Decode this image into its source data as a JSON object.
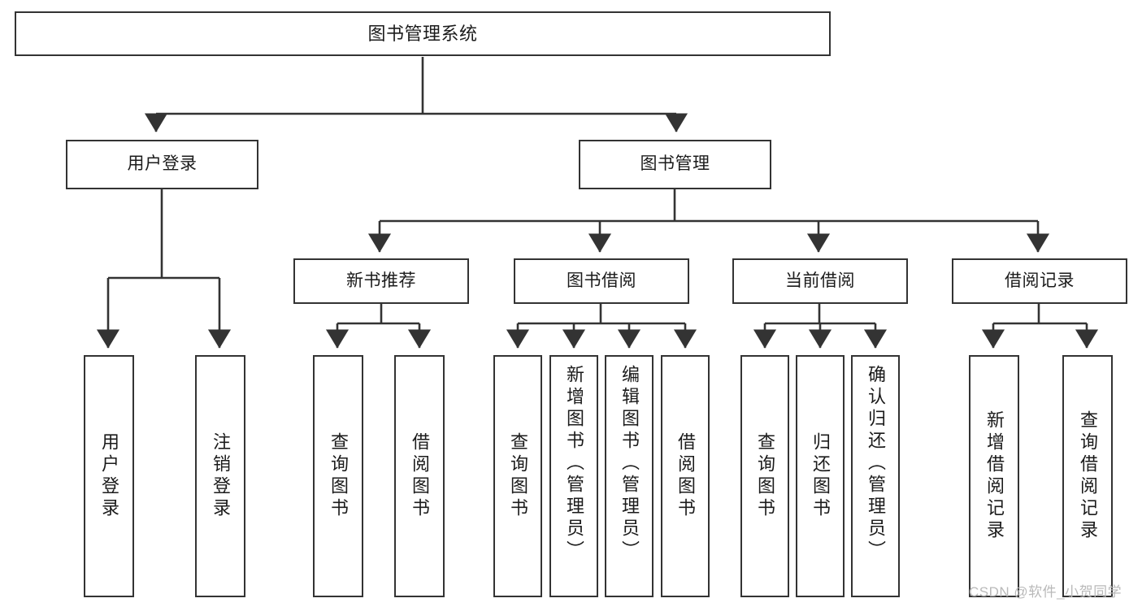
{
  "diagram": {
    "title": "图书管理系统",
    "type": "tree",
    "watermark": "CSDN @软件_小贺同学",
    "colors": {
      "background": "#ffffff",
      "box_border": "#333333",
      "box_fill": "#ffffff",
      "connector": "#333333",
      "text": "#1b1b1b",
      "watermark": "#b9b9b9"
    },
    "nodes": {
      "root": {
        "label": "图书管理系统"
      },
      "level1": [
        {
          "label": "用户登录"
        },
        {
          "label": "图书管理"
        }
      ],
      "level2": [
        {
          "label": "新书推荐"
        },
        {
          "label": "图书借阅"
        },
        {
          "label": "当前借阅"
        },
        {
          "label": "借阅记录"
        }
      ],
      "leaves": {
        "user_login": [
          {
            "label": "用户登录"
          },
          {
            "label": "注销登录"
          }
        ],
        "new_book": [
          {
            "label": "查询图书"
          },
          {
            "label": "借阅图书"
          }
        ],
        "book_borrow": [
          {
            "label": "查询图书"
          },
          {
            "label": "新增图书（管理员）"
          },
          {
            "label": "编辑图书（管理员）"
          },
          {
            "label": "借阅图书"
          }
        ],
        "current_borrow": [
          {
            "label": "查询图书"
          },
          {
            "label": "归还图书"
          },
          {
            "label": "确认归还（管理员）"
          }
        ],
        "borrow_record": [
          {
            "label": "新增借阅记录"
          },
          {
            "label": "查询借阅记录"
          }
        ]
      }
    }
  }
}
